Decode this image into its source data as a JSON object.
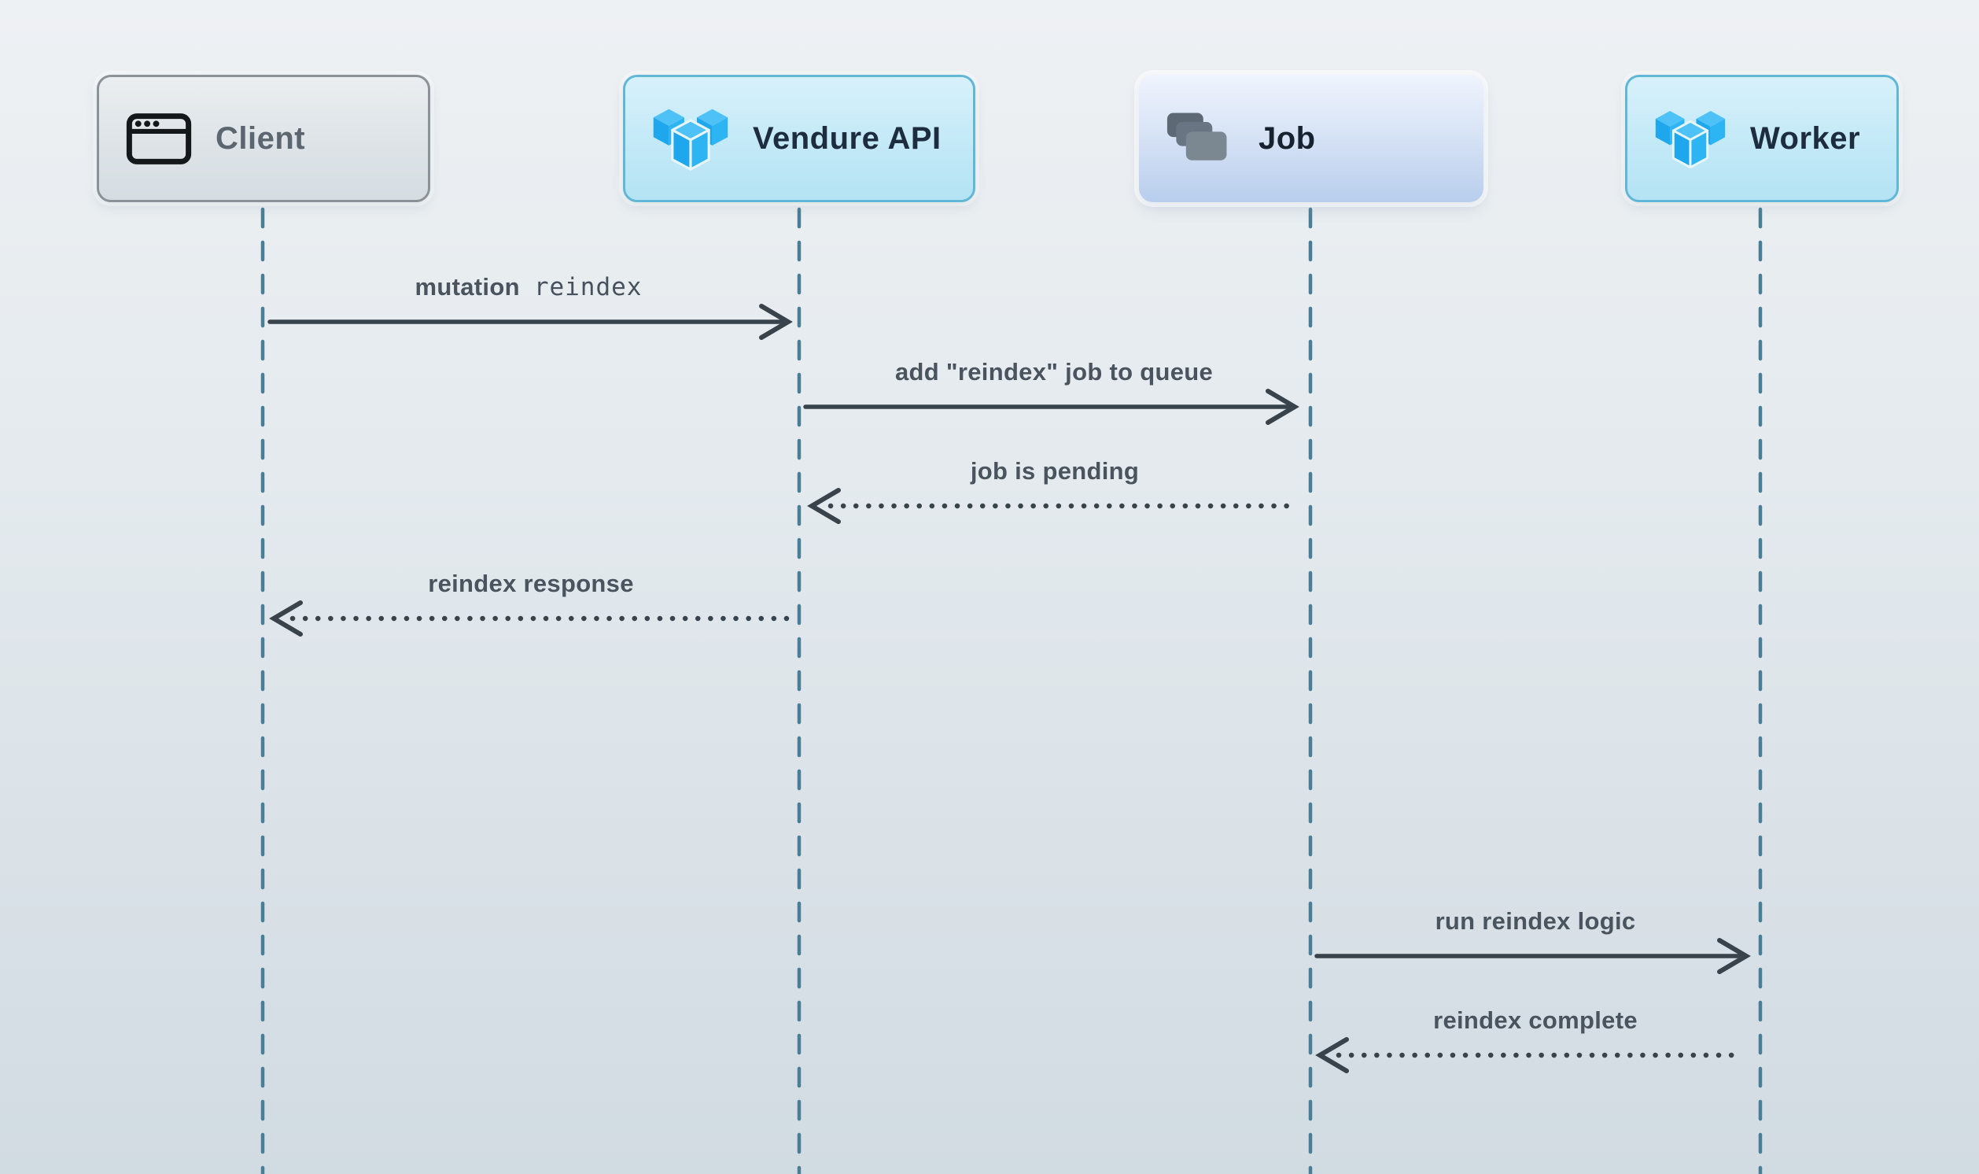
{
  "diagram_type": "sequence-diagram",
  "actors": [
    {
      "name": "Client",
      "icon": "browser-window-icon"
    },
    {
      "name": "Vendure API",
      "icon": "vendure-logo-icon"
    },
    {
      "name": "Job",
      "icon": "job-stack-icon"
    },
    {
      "name": "Worker",
      "icon": "vendure-logo-icon"
    }
  ],
  "messages": [
    {
      "from": "Client",
      "to": "Vendure API",
      "label": "mutation",
      "code": "reindex",
      "line": "solid",
      "direction": "right"
    },
    {
      "from": "Vendure API",
      "to": "Job",
      "label": "add \"reindex\" job to queue",
      "line": "solid",
      "direction": "right"
    },
    {
      "from": "Job",
      "to": "Vendure API",
      "label": "job is pending",
      "line": "dotted",
      "direction": "left"
    },
    {
      "from": "Vendure API",
      "to": "Client",
      "label": "reindex response",
      "line": "dotted",
      "direction": "left"
    },
    {
      "from": "Job",
      "to": "Worker",
      "label": "run reindex logic",
      "line": "solid",
      "direction": "right"
    },
    {
      "from": "Worker",
      "to": "Job",
      "label": "reindex complete",
      "line": "dotted",
      "direction": "left"
    }
  ],
  "colors": {
    "background_top": "#eef1f4",
    "background_bottom": "#d1dbe2",
    "lifeline": "#4a7e96",
    "arrow": "#39434c",
    "message_text": "#49545f",
    "client_box_border": "#8b9399",
    "client_text": "#5b6670",
    "vendure_box_bg": "#c3e9f7",
    "vendure_box_border": "#60b8d6",
    "vendure_text": "#1d2c3e",
    "job_box_bg_top": "#eff4fd",
    "job_box_bg_bottom": "#b8ceed",
    "job_icon_gray": "#6b7682",
    "vendure_logo_blue": "#2cb2f3"
  }
}
